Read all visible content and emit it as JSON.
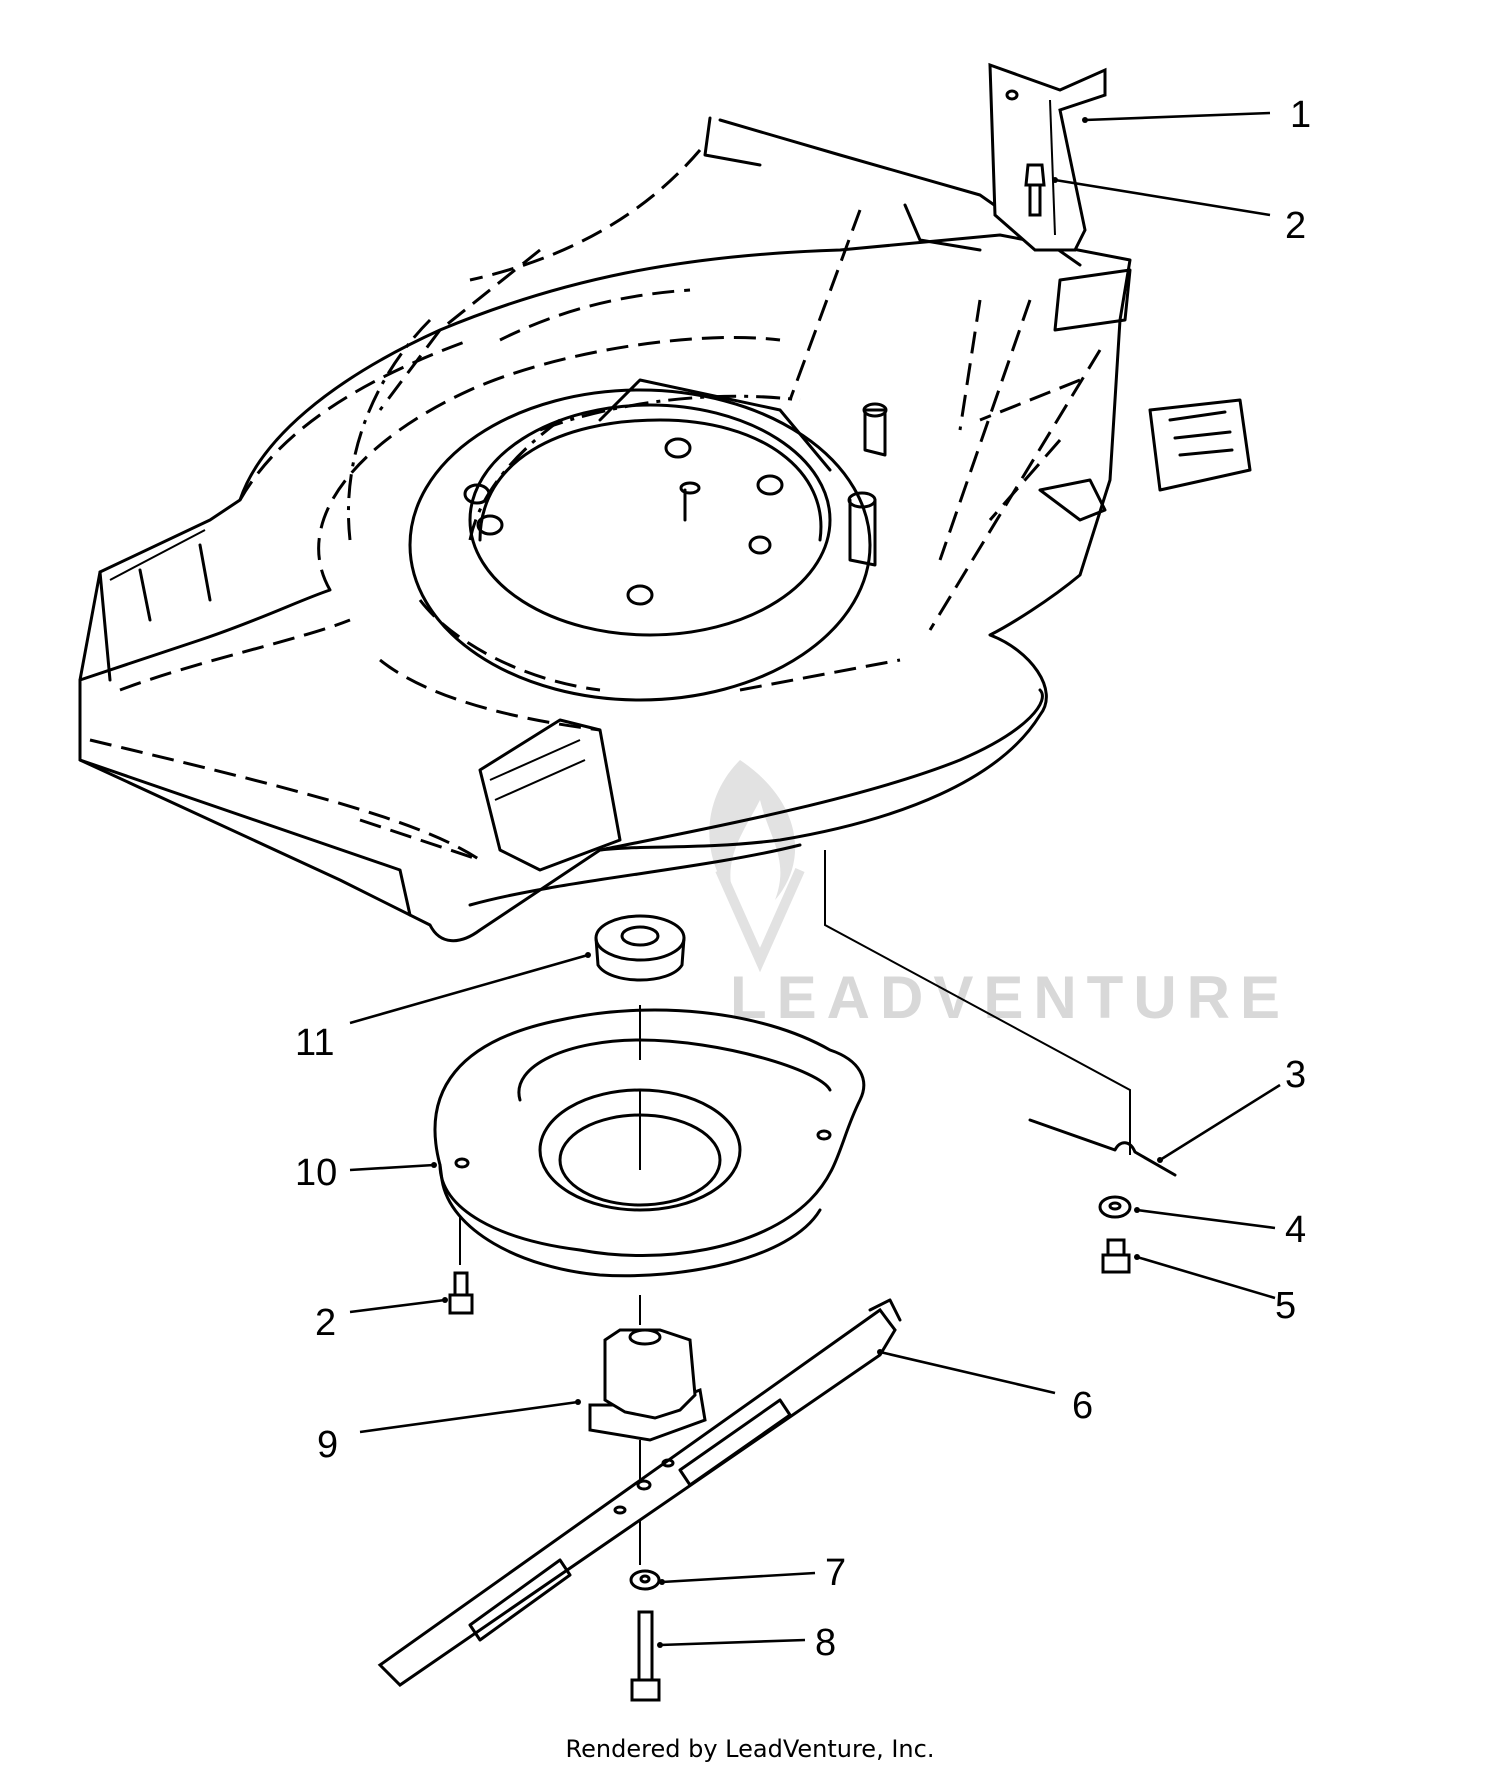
{
  "callouts": {
    "c1": "1",
    "c2_top": "2",
    "c3": "3",
    "c4": "4",
    "c5": "5",
    "c6": "6",
    "c7": "7",
    "c8": "8",
    "c9": "9",
    "c10": "10",
    "c11": "11",
    "c2_bottom": "2"
  },
  "watermark": "LEADVENTURE",
  "footer": "Rendered by LeadVenture, Inc."
}
